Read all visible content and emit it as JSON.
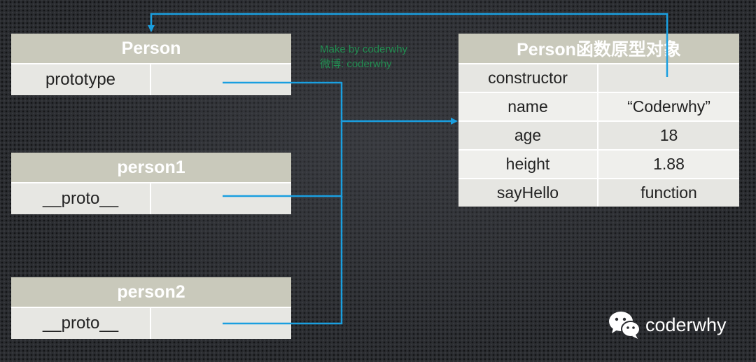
{
  "watermark": {
    "line1": "Make by coderwhy",
    "line2": "微博: coderwhy"
  },
  "boxes": {
    "person": {
      "title": "Person",
      "key": "prototype"
    },
    "person1": {
      "title": "person1",
      "key": "__proto__"
    },
    "person2": {
      "title": "person2",
      "key": "__proto__"
    }
  },
  "prototype_table": {
    "title": "Person函数原型对象",
    "rows": [
      {
        "key": "constructor",
        "value": ""
      },
      {
        "key": "name",
        "value": "“Coderwhy”"
      },
      {
        "key": "age",
        "value": "18"
      },
      {
        "key": "height",
        "value": "1.88"
      },
      {
        "key": "sayHello",
        "value": "function"
      }
    ]
  },
  "brand": {
    "name": "coderwhy",
    "icon": "wechat-icon"
  },
  "colors": {
    "arrow": "#1a9fe0",
    "watermark": "#1f9d55",
    "header": "#c9c9bb"
  }
}
